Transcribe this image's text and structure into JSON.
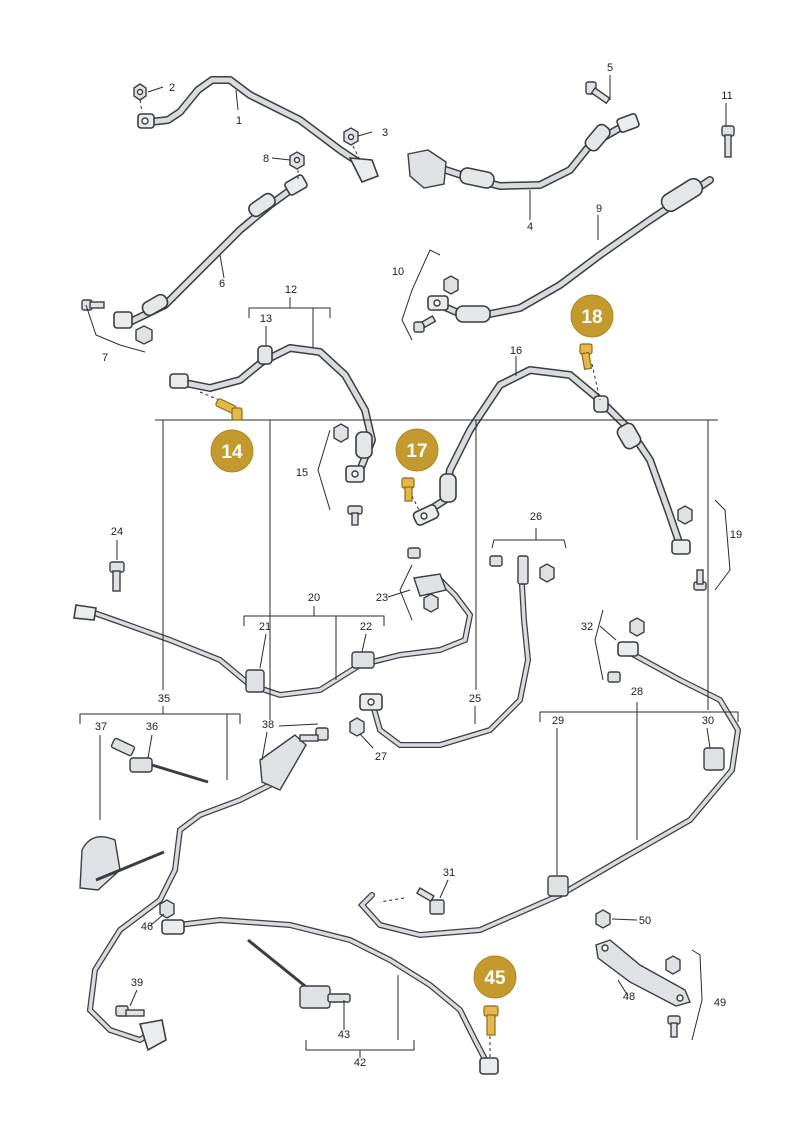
{
  "labels": {
    "l1": "1",
    "l2": "2",
    "l3": "3",
    "l4": "4",
    "l5": "5",
    "l6": "6",
    "l7": "7",
    "l8": "8",
    "l9": "9",
    "l10": "10",
    "l11": "11",
    "l12": "12",
    "l13": "13",
    "l15": "15",
    "l16": "16",
    "l19": "19",
    "l20": "20",
    "l21": "21",
    "l22": "22",
    "l23": "23",
    "l24": "24",
    "l25": "25",
    "l26": "26",
    "l27": "27",
    "l28": "28",
    "l29": "29",
    "l30": "30",
    "l31": "31",
    "l32": "32",
    "l35": "35",
    "l36": "36",
    "l37": "37",
    "l38": "38",
    "l39": "39",
    "l42": "42",
    "l43": "43",
    "l46": "46",
    "l48": "48",
    "l49": "49",
    "l50": "50"
  },
  "highlights": {
    "h14": "14",
    "h17": "17",
    "h18": "18",
    "h45": "45"
  },
  "colors": {
    "highlight": "#c49a2e",
    "highlight_part": "#e6b84a",
    "outline": "#3a3d42",
    "cable_fill": "#d9dbde"
  }
}
